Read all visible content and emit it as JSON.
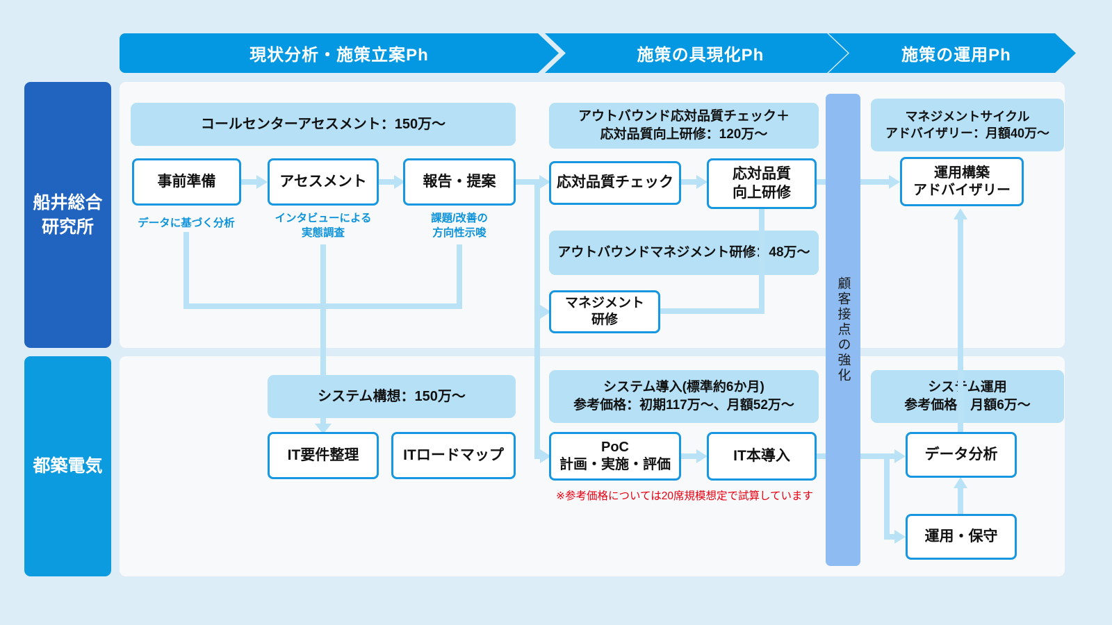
{
  "colors": {
    "page_background": "#dcedf8",
    "phase_header_blue": "#0398e1",
    "lane1_dark_blue": "#2164bf",
    "lane2_bright_blue": "#0d9be0",
    "banner_light_blue": "#b5e0f5",
    "vertical_bar_blue": "#8ebcf2",
    "connector_blue": "#b9e2f6",
    "box_border_blue": "#1797e0",
    "sub_caption_blue": "#0d93da",
    "note_red": "#e60012"
  },
  "phases": [
    {
      "label": "現状分析・施策立案Ph"
    },
    {
      "label": "施策の具現化Ph"
    },
    {
      "label": "施策の運用Ph"
    }
  ],
  "lanes": [
    {
      "line1": "船井総合",
      "line2": "研究所"
    },
    {
      "line1": "都築電気"
    }
  ],
  "vertical_bar": {
    "label": "顧客接点の強化"
  },
  "banners": {
    "assessment": {
      "line1": "コールセンターアセスメント：150万～"
    },
    "outbound_quality": {
      "line1": "アウトバウンド応対品質チェック＋",
      "line2": "応対品質向上研修：120万～"
    },
    "outbound_mgmt": {
      "line1": "アウトバウンドマネジメント研修：48万～"
    },
    "mgmt_cycle": {
      "line1": "マネジメントサイクル",
      "line2": "アドバイザリー：月額40万～"
    },
    "system_concept": {
      "line1": "システム構想：150万～"
    },
    "system_install": {
      "line1": "システム導入(標準約6か月)",
      "line2": "参考価格：初期117万～、月額52万～"
    },
    "system_ops": {
      "line1": "システム運用",
      "line2": "参考価格：月額6万～"
    }
  },
  "boxes": {
    "prep": {
      "line1": "事前準備"
    },
    "assessment": {
      "line1": "アセスメント"
    },
    "report": {
      "line1": "報告・提案"
    },
    "quality_check": {
      "line1": "応対品質チェック"
    },
    "quality_training": {
      "line1": "応対品質",
      "line2": "向上研修"
    },
    "mgmt_training": {
      "line1": "マネジメント",
      "line2": "研修"
    },
    "ops_advisory": {
      "line1": "運用構築",
      "line2": "アドバイザリー"
    },
    "it_requirements": {
      "line1": "IT要件整理"
    },
    "it_roadmap": {
      "line1": "ITロードマップ"
    },
    "poc": {
      "line1": "PoC",
      "line2": "計画・実施・評価"
    },
    "it_deploy": {
      "line1": "IT本導入"
    },
    "data_analysis": {
      "line1": "データ分析"
    },
    "ops_maintenance": {
      "line1": "運用・保守"
    }
  },
  "sub_captions": {
    "prep": {
      "line1": "データに基づく分析"
    },
    "assessment": {
      "line1": "インタビューによる",
      "line2": "実態調査"
    },
    "report": {
      "line1": "課題/改善の",
      "line2": "方向性示唆"
    }
  },
  "note": {
    "text": "※参考価格については20席規模想定で試算しています"
  }
}
